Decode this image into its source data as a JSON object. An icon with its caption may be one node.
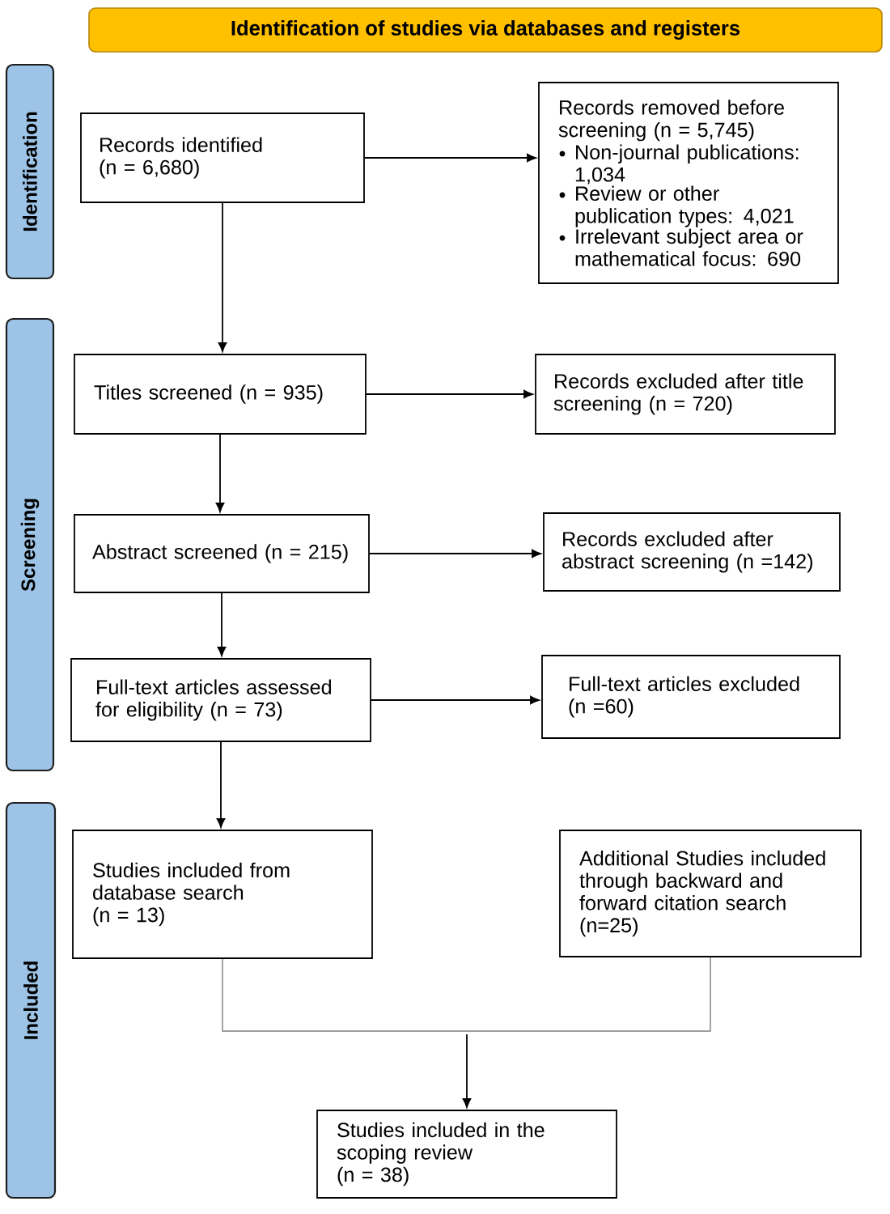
{
  "diagram": {
    "nodes": [
      {
        "text": [
          "Identification of studies via databases and registers"
        ]
      },
      {
        "text": [
          "Identification"
        ]
      },
      {
        "text": [
          "Screening"
        ]
      },
      {
        "text": [
          "Included"
        ]
      },
      {
        "text": [
          "Records identified (n = 6,680)"
        ]
      },
      {
        "text": [
          "Records removed before screening (n = 5,745)",
          "Non-journal publications: 1,034",
          "Review or other publication types: 4,021",
          "Irrelevant subject area or mathematical focus: 690"
        ]
      },
      {
        "text": [
          "Titles screened (n = 935)"
        ]
      },
      {
        "text": [
          "Records excluded after title screening (n = 720)"
        ]
      },
      {
        "text": [
          "Abstract screened (n = 215)"
        ]
      },
      {
        "text": [
          "Records excluded after abstract screening (n =142)"
        ]
      },
      {
        "text": [
          "Full-text articles assessed for eligibility (n = 73)"
        ]
      },
      {
        "text": [
          "Full-text articles excluded (n =60)"
        ]
      },
      {
        "text": [
          "Studies included from database search",
          "(n = 13)"
        ]
      },
      {
        "text": [
          "Additional Studies included through backward and forward citation search",
          "(n=25)"
        ]
      },
      {
        "text": [
          "Studies included in the scoping review",
          "(n = 38)"
        ]
      }
    ],
    "edges": [
      {
        "from": 4,
        "to": 5,
        "arrow": "to"
      },
      {
        "from": 4,
        "to": 6,
        "arrow": "to"
      },
      {
        "from": 6,
        "to": 7,
        "arrow": "to"
      },
      {
        "from": 6,
        "to": 8,
        "arrow": "to"
      },
      {
        "from": 8,
        "to": 9,
        "arrow": "to"
      },
      {
        "from": 8,
        "to": 10,
        "arrow": "to"
      },
      {
        "from": 10,
        "to": 11,
        "arrow": "to"
      },
      {
        "from": 10,
        "to": 12,
        "arrow": "to"
      },
      {
        "from": 12,
        "to": 14,
        "arrow": "to",
        "color": "#7f7f7f"
      },
      {
        "from": 13,
        "to": 14,
        "arrow": "to",
        "color": "#7f7f7f"
      }
    ]
  }
}
